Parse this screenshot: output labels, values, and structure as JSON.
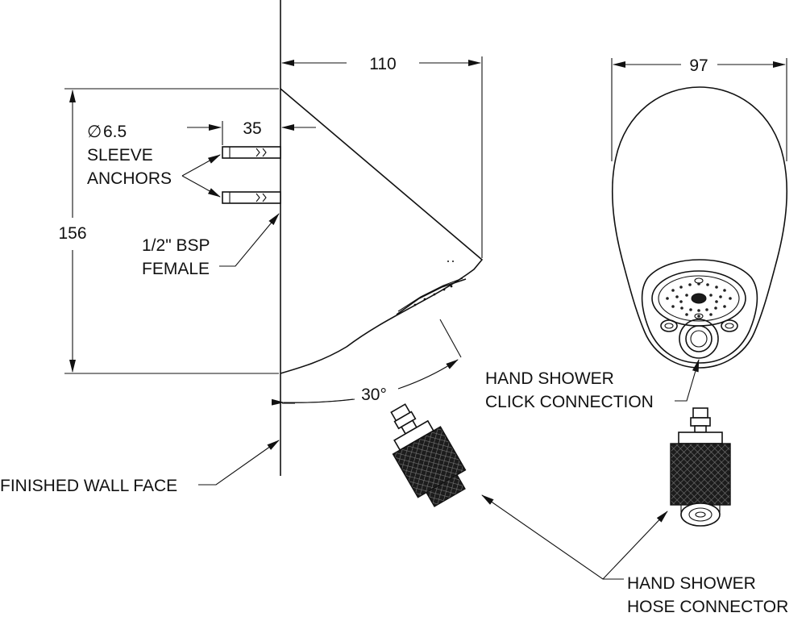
{
  "dimensions": {
    "depth": "110",
    "width": "97",
    "height": "156",
    "anchor_offset": "35",
    "angle": "30°"
  },
  "labels": {
    "anchor_diameter": "6.5",
    "sleeve_anchors_1": "SLEEVE",
    "sleeve_anchors_2": "ANCHORS",
    "bsp_1": "1/2\" BSP",
    "bsp_2": "FEMALE",
    "click_connection_1": "HAND SHOWER",
    "click_connection_2": "CLICK CONNECTION",
    "wall_face": "FINISHED WALL FACE",
    "hose_connector_1": "HAND SHOWER",
    "hose_connector_2": "HOSE CONNECTOR"
  },
  "symbols": {
    "diameter": "∅"
  }
}
